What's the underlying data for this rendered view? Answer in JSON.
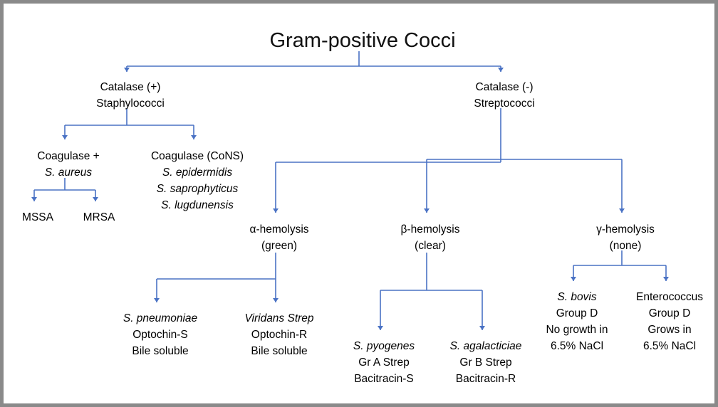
{
  "title": "Gram-positive Cocci",
  "colors": {
    "line": "#4a72c4",
    "frame": "#8a8a8a"
  },
  "nodes": {
    "catalase_pos": {
      "lines": [
        "Catalase (+)",
        "Staphylococci"
      ]
    },
    "catalase_neg": {
      "lines": [
        "Catalase (-)",
        "Streptococci"
      ]
    },
    "coag_pos": {
      "lines": [
        "Coagulase +",
        "S. aureus"
      ]
    },
    "coag_neg": {
      "lines": [
        "Coagulase (CoNS)",
        "S. epidermidis",
        "S. saprophyticus",
        "S. lugdunensis"
      ]
    },
    "mssa": {
      "lines": [
        "MSSA"
      ]
    },
    "mrsa": {
      "lines": [
        "MRSA"
      ]
    },
    "alpha": {
      "lines": [
        "α-hemolysis",
        "(green)"
      ]
    },
    "beta": {
      "lines": [
        "β-hemolysis",
        "(clear)"
      ]
    },
    "gamma": {
      "lines": [
        "γ-hemolysis",
        "(none)"
      ]
    },
    "pneumoniae": {
      "lines": [
        "S. pneumoniae",
        "Optochin-S",
        "Bile soluble"
      ]
    },
    "viridans": {
      "lines": [
        "Viridans Strep",
        "Optochin-R",
        "Bile soluble"
      ]
    },
    "pyogenes": {
      "lines": [
        "S. pyogenes",
        "Gr A Strep",
        "Bacitracin-S"
      ]
    },
    "agalactiae": {
      "lines": [
        "S. agalacticiae",
        "Gr B Strep",
        "Bacitracin-R"
      ]
    },
    "bovis": {
      "lines": [
        "S. bovis",
        "Group D",
        "No growth in",
        "6.5% NaCl"
      ]
    },
    "enterococcus": {
      "lines": [
        "Enterococcus",
        "Group D",
        "Grows in",
        "6.5% NaCl"
      ]
    }
  }
}
